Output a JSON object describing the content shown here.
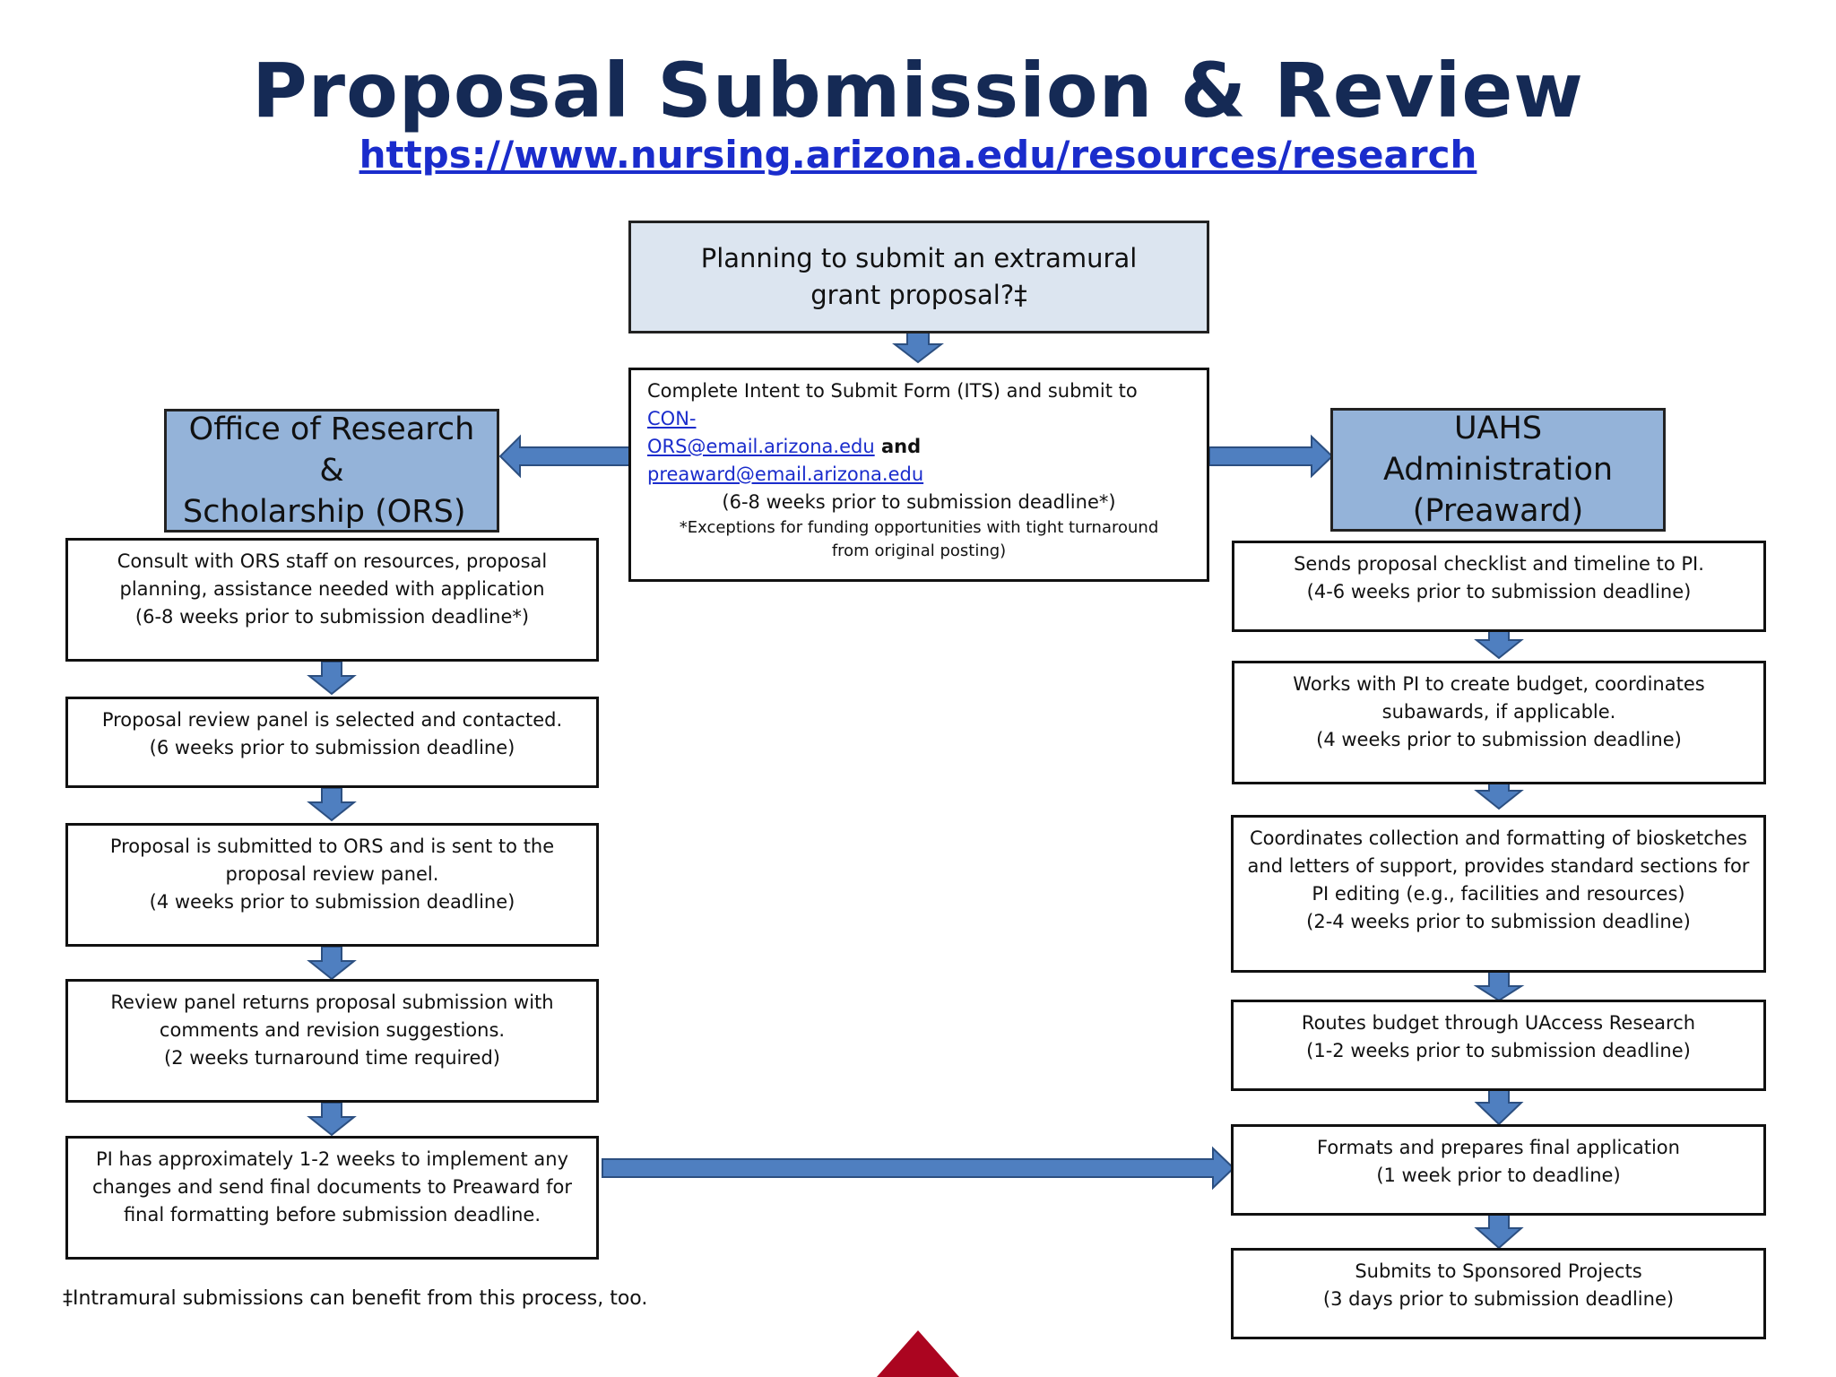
{
  "title": "Proposal Submission & Review",
  "url": "https://www.nursing.arizona.edu/resources/research",
  "top_box": {
    "line1": "Planning to submit an extramural",
    "line2": "grant proposal?‡"
  },
  "its_box": {
    "text_a": "Complete Intent to Submit Form (ITS) and submit to ",
    "link1_part1": "CON-",
    "link1_part2": "ORS@email.arizona.edu",
    "and": " and",
    "link2": "preaward@email.arizona.edu",
    "timing": "(6-8 weeks prior to submission deadline*)",
    "exception1": "*Exceptions for funding opportunities with tight turnaround",
    "exception2": "from original posting)"
  },
  "left_header": {
    "line1": "Office of Research &",
    "line2": "Scholarship (ORS)"
  },
  "right_header": {
    "line1": "UAHS Administration",
    "line2": "(Preaward)"
  },
  "left_steps": [
    [
      "Consult with ORS staff on resources, proposal",
      "planning, assistance needed with application",
      "(6-8 weeks prior to submission deadline*)"
    ],
    [
      "Proposal review panel is selected and contacted.",
      "(6 weeks prior to submission deadline)"
    ],
    [
      "Proposal is submitted to ORS and is sent to the",
      "proposal review panel.",
      "(4 weeks prior to submission deadline)"
    ],
    [
      "Review panel returns proposal submission with",
      "comments and revision suggestions.",
      "(2 weeks turnaround time required)"
    ],
    [
      "PI has approximately 1-2 weeks to implement any",
      "changes and send final documents to Preaward for",
      "final formatting before submission deadline."
    ]
  ],
  "right_steps": [
    [
      "Sends proposal checklist and timeline to PI.",
      "(4-6 weeks prior to submission deadline)"
    ],
    [
      "Works with PI to create budget, coordinates",
      "subawards, if applicable.",
      "(4 weeks prior to submission deadline)"
    ],
    [
      "Coordinates collection and formatting of biosketches",
      "and letters of support, provides standard sections for",
      "PI editing (e.g., facilities and resources)",
      "(2-4 weeks prior to submission deadline)"
    ],
    [
      "Routes budget through UAccess Research",
      "(1-2 weeks prior to submission deadline)"
    ],
    [
      "Formats and prepares final application",
      "(1 week prior to deadline)"
    ],
    [
      "Submits to Sponsored Projects",
      "(3 days prior to submission deadline)"
    ]
  ],
  "footnote": "‡Intramural submissions can benefit from this process, too.",
  "colors": {
    "title": "#152a55",
    "link": "#1a2ccc",
    "header_fill": "#94b3d9",
    "top_fill": "#dce5f0",
    "arrow_fill": "#4f7fc0",
    "arrow_stroke": "#2c4f80",
    "logo_red": "#ab0520"
  }
}
